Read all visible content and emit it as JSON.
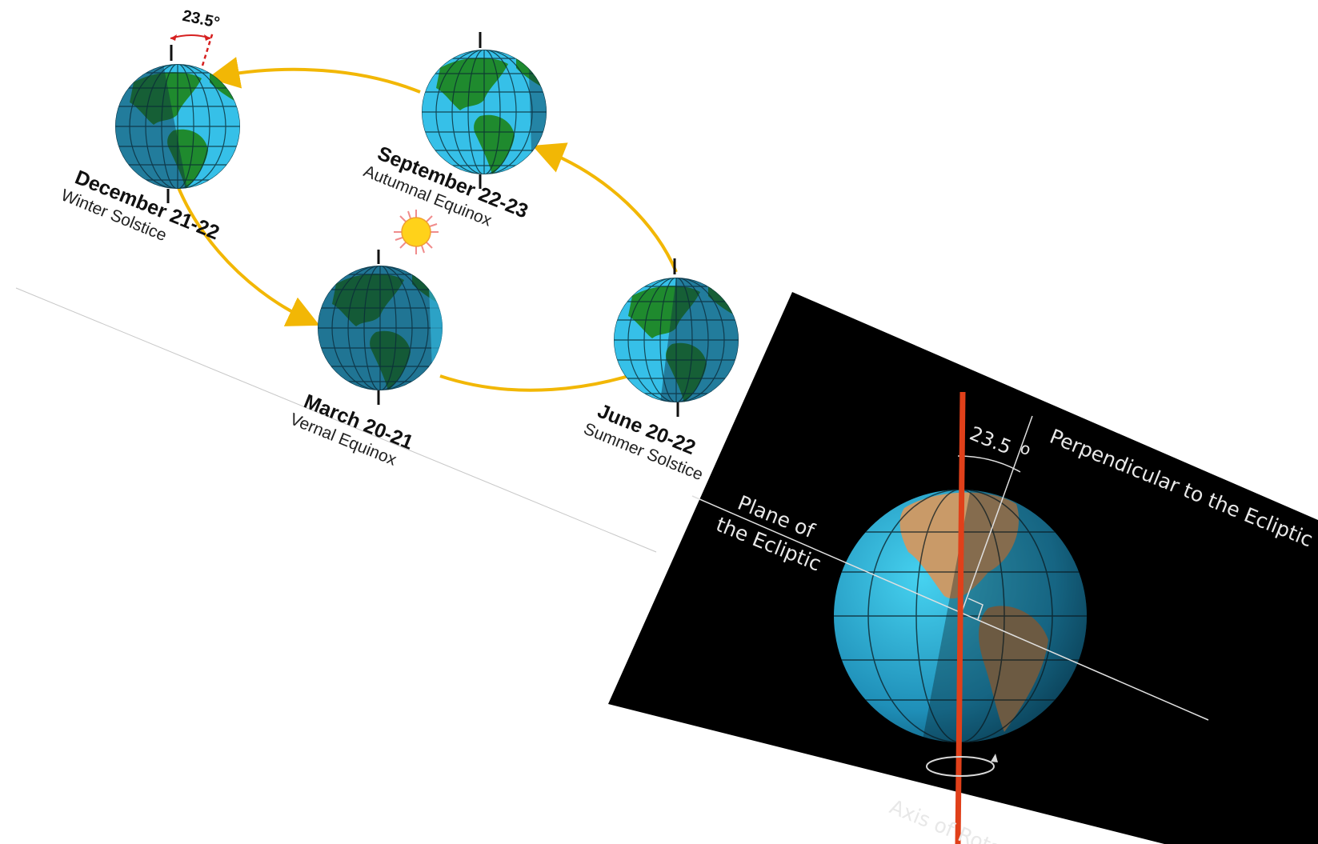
{
  "orbit": {
    "tilt_label": "23.5°",
    "seasons": [
      {
        "date": "December 21-22",
        "name": "Winter Solstice"
      },
      {
        "date": "September 22-23",
        "name": "Autumnal Equinox"
      },
      {
        "date": "March 20-21",
        "name": "Vernal Equinox"
      },
      {
        "date": "June 20-22",
        "name": "Summer Solstice"
      }
    ]
  },
  "tilt_panel": {
    "angle_label": "23.5",
    "degree_symbol": "o",
    "perpendicular_label": "Perpendicular to the Ecliptic",
    "plane_label_1": "Plane of",
    "plane_label_2": "the Ecliptic",
    "axis_label": "Axis of Rotation"
  },
  "colors": {
    "orbit_arrow": "#f2b705",
    "ocean_lit": "#36c0e8",
    "ocean_dark": "#1e6e8c",
    "land_lit": "#1f8a2e",
    "land_dark": "#0d4a1a",
    "sun": "#ffd21a",
    "panel_bg": "#000000",
    "axis_red": "#e0401a",
    "land_tan": "#c99a68"
  }
}
